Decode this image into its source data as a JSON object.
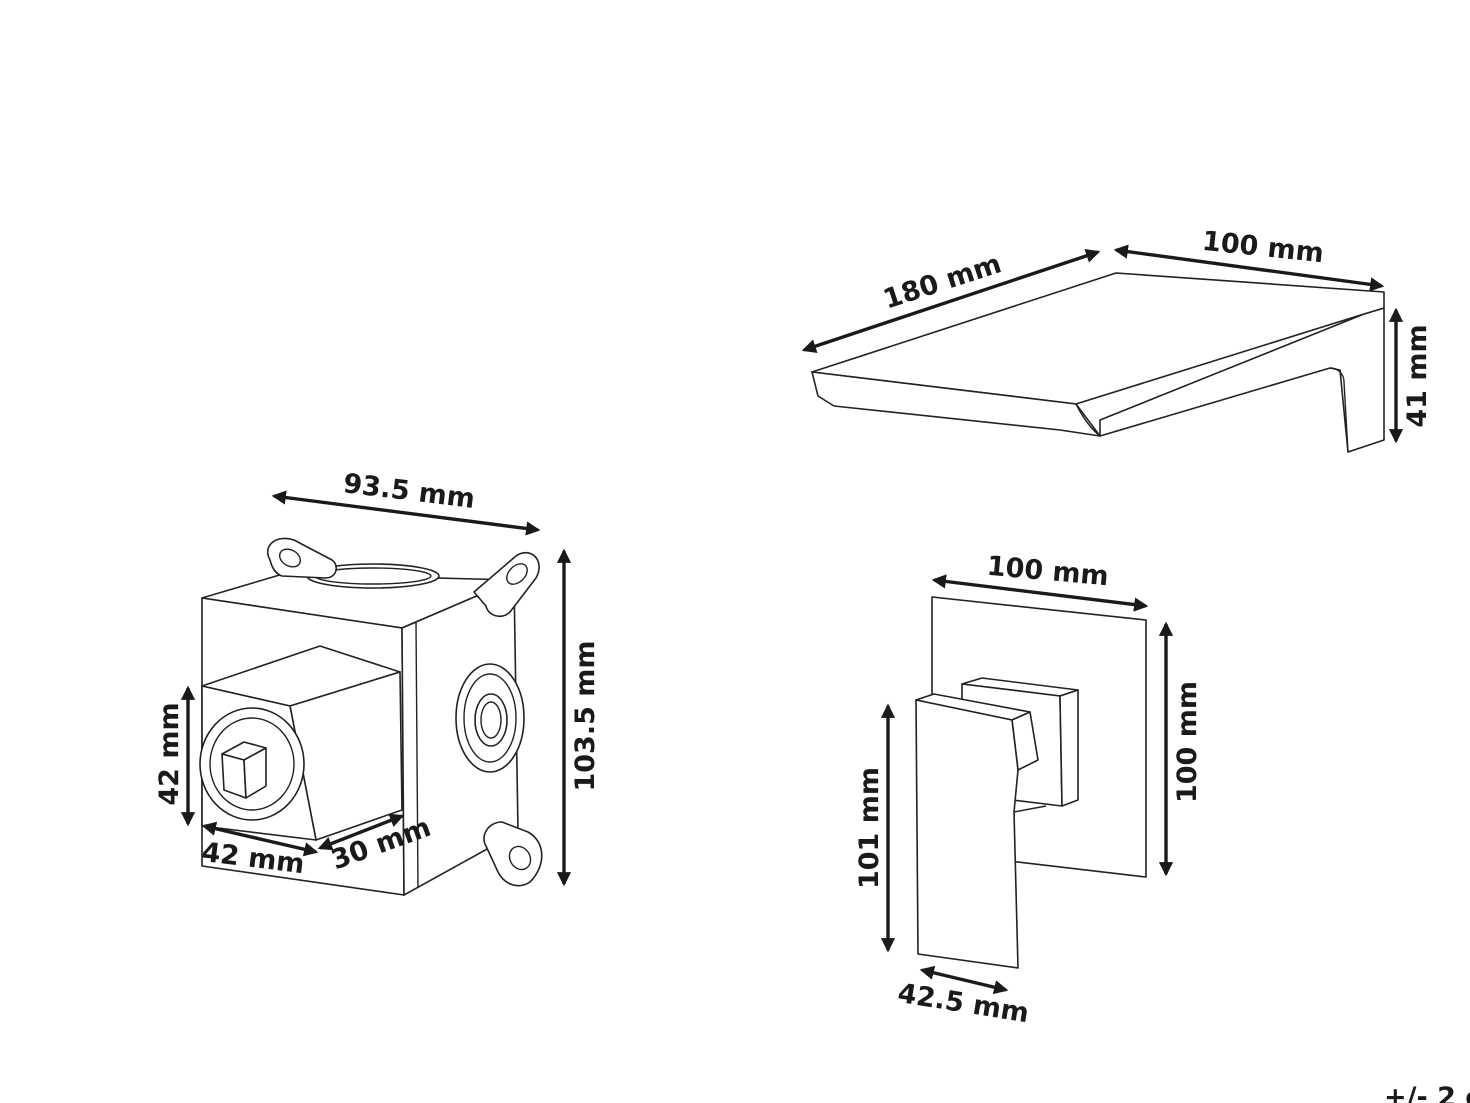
{
  "dimensions": {
    "spout_length": "180 mm",
    "spout_width": "100 mm",
    "spout_height": "41 mm",
    "box_width": "93.5 mm",
    "box_height": "103.5 mm",
    "box_front_height": "42 mm",
    "box_front_width": "42 mm",
    "box_front_depth": "30 mm",
    "plate_width": "100 mm",
    "plate_height": "100 mm",
    "handle_height": "101 mm",
    "handle_width": "42.5 mm"
  },
  "tolerance": "+/- 2 c"
}
